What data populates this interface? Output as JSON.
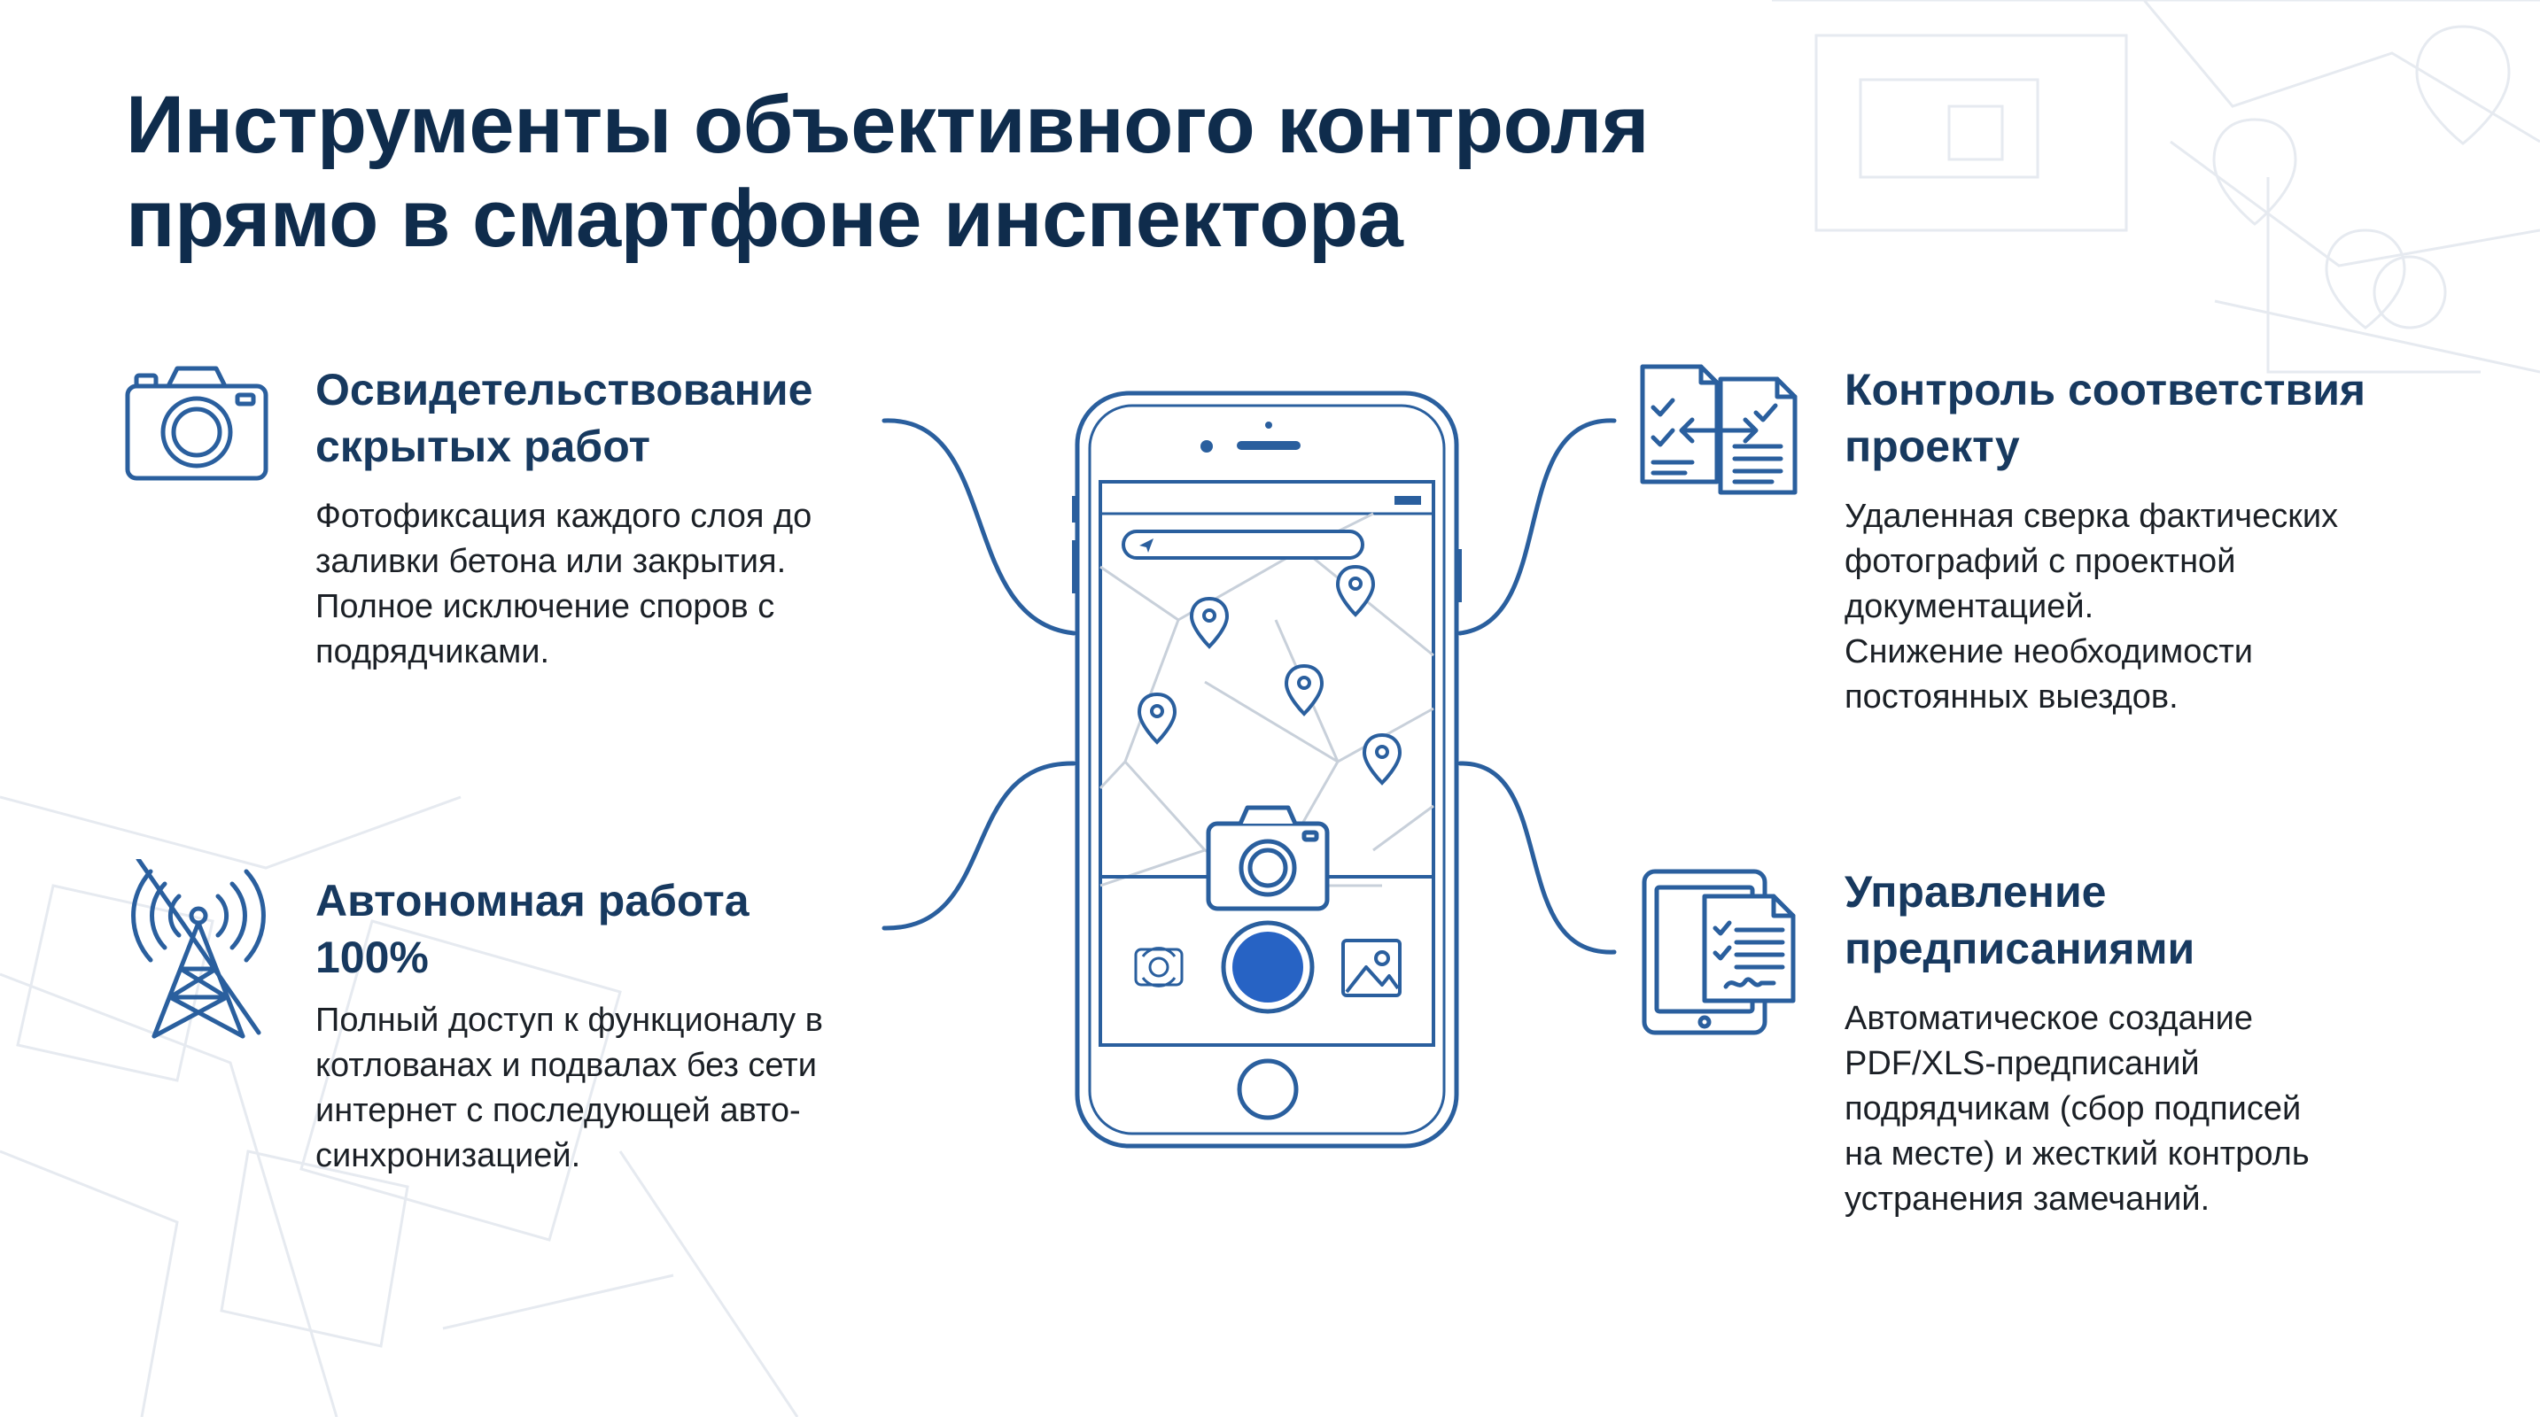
{
  "title": {
    "line1": "Инструменты объективного контроля",
    "line2": "прямо в смартфоне инспектора"
  },
  "features": {
    "hidden_works": {
      "title_lines": [
        "Освидетельствование",
        "скрытых работ"
      ],
      "text_lines": [
        "Фотофиксация каждого слоя до",
        "заливки бетона или закрытия.",
        "Полное исключение споров с",
        "подрядчиками."
      ],
      "icon": "camera-icon"
    },
    "offline": {
      "title_lines": [
        "Автономная работа",
        "100%"
      ],
      "text_lines": [
        "Полный доступ к функционалу в",
        "котлованах и подвалах без сети",
        "интернет с последующей авто-",
        "синхронизацией."
      ],
      "icon": "no-signal-tower-icon"
    },
    "project_compliance": {
      "title_lines": [
        "Контроль соответствия",
        "проекту"
      ],
      "text_lines": [
        "Удаленная сверка фактических",
        "фотографий с проектной",
        "документацией.",
        "Снижение необходимости",
        "постоянных выездов."
      ],
      "icon": "document-compare-icon"
    },
    "orders": {
      "title_lines": [
        "Управление",
        "предписаниями"
      ],
      "text_lines": [
        "Автоматическое создание",
        "PDF/XLS-предписаний",
        "подрядчикам (сбор подписей",
        "на месте) и жесткий контроль",
        "устранения замечаний."
      ],
      "icon": "tablet-document-icon"
    }
  },
  "colors": {
    "accent": "#2a5f9e",
    "title": "#0f2c4c",
    "heading": "#17395f",
    "body": "#1b2026",
    "capture_button": "#2763c4"
  }
}
